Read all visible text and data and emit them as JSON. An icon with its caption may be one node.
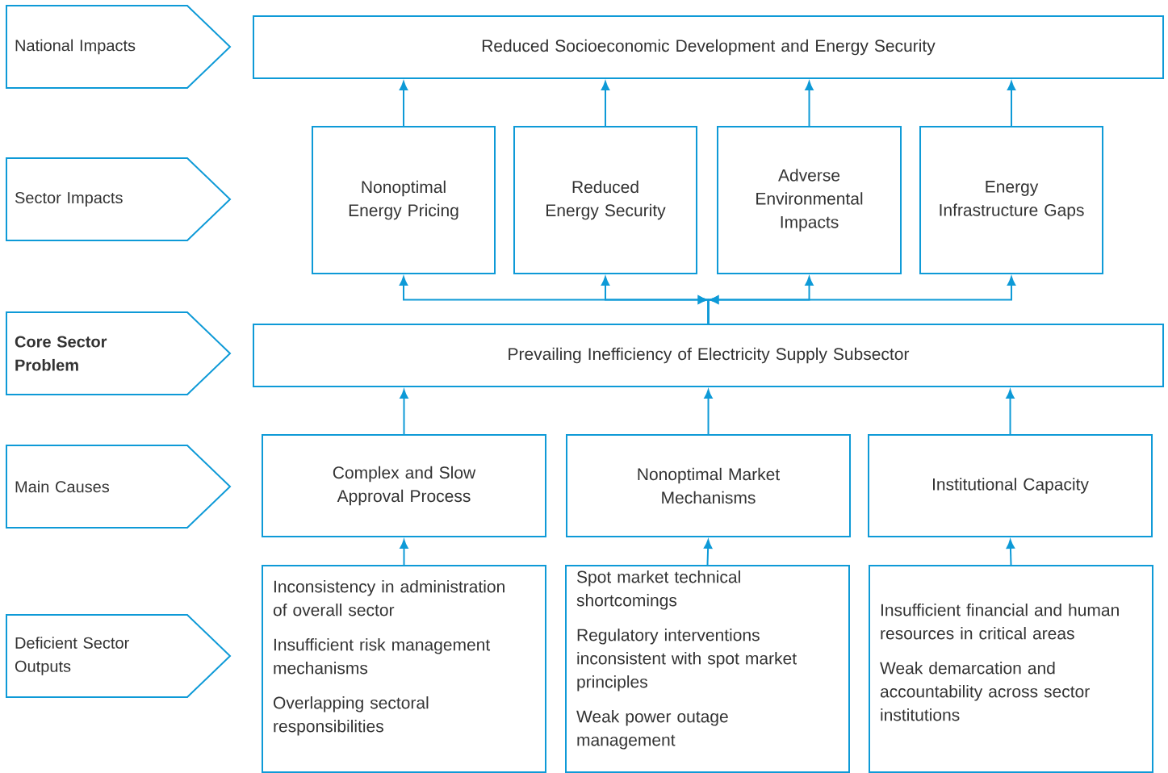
{
  "diagram": {
    "nodes": [
      {
        "text": [
          "National Impacts"
        ]
      },
      {
        "text": [
          "Sector Impacts"
        ]
      },
      {
        "text": [
          "Core Sector Problem"
        ]
      },
      {
        "text": [
          "Main Causes"
        ]
      },
      {
        "text": [
          "Deficient Sector Outputs"
        ]
      },
      {
        "text": [
          "Reduced Socioeconomic Development and Energy Security"
        ]
      },
      {
        "text": [
          "Nonoptimal Energy Pricing"
        ]
      },
      {
        "text": [
          "Reduced Energy Security"
        ]
      },
      {
        "text": [
          "Adverse Environmental Impacts"
        ]
      },
      {
        "text": [
          "Energy Infrastructure Gaps"
        ]
      },
      {
        "text": [
          "Prevailing Inefficiency of Electricity Supply Subsector"
        ]
      },
      {
        "text": [
          "Complex and Slow Approval Process"
        ]
      },
      {
        "text": [
          "Nonoptimal Market Mechanisms"
        ]
      },
      {
        "text": [
          "Institutional Capacity"
        ]
      },
      {
        "text": [
          "Inconsistency in administration of overall sector",
          "Insufficient risk management mechanisms",
          "Overlapping sectoral responsibilities"
        ]
      },
      {
        "text": [
          "Spot market technical shortcomings",
          "Regulatory interventions inconsistent with spot market principles",
          "Weak power outage management"
        ]
      },
      {
        "text": [
          "Insufficient financial and human resources in critical areas",
          "Weak demarcation and accountability across sector institutions"
        ]
      }
    ],
    "edges": [
      {
        "from": 6,
        "to": 5,
        "arrow": "to"
      },
      {
        "from": 7,
        "to": 5,
        "arrow": "to"
      },
      {
        "from": 8,
        "to": 5,
        "arrow": "to"
      },
      {
        "from": 9,
        "to": 5,
        "arrow": "to"
      },
      {
        "from": 10,
        "to": 6,
        "arrow": "to"
      },
      {
        "from": 10,
        "to": 7,
        "arrow": "to"
      },
      {
        "from": 10,
        "to": 8,
        "arrow": "to"
      },
      {
        "from": 10,
        "to": 9,
        "arrow": "to"
      },
      {
        "from": 11,
        "to": 10,
        "arrow": "to"
      },
      {
        "from": 12,
        "to": 10,
        "arrow": "to"
      },
      {
        "from": 13,
        "to": 10,
        "arrow": "to"
      },
      {
        "from": 14,
        "to": 11,
        "arrow": "to"
      },
      {
        "from": 15,
        "to": 12,
        "arrow": "to"
      },
      {
        "from": 16,
        "to": 13,
        "arrow": "to"
      }
    ]
  }
}
